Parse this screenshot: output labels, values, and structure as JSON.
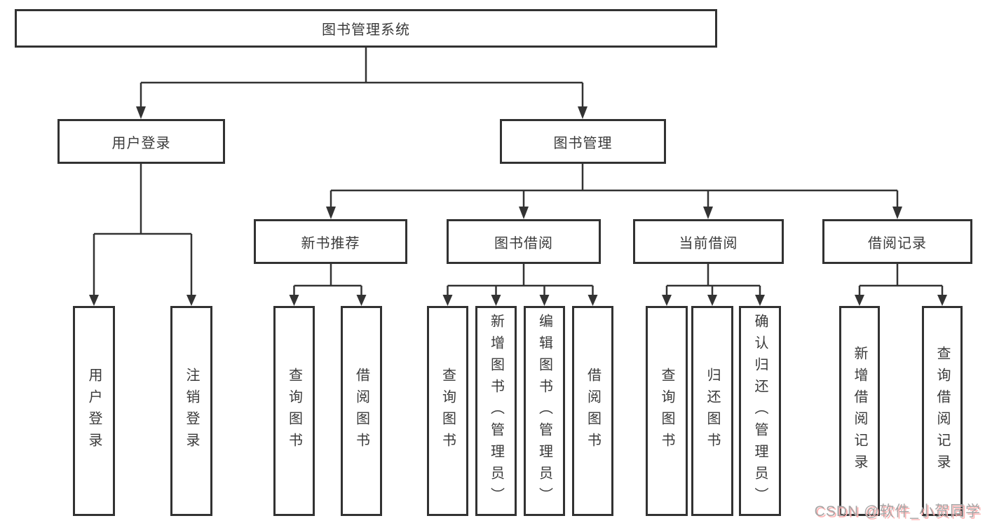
{
  "diagram": {
    "type": "tree",
    "root": {
      "label": "图书管理系统",
      "children": [
        {
          "label": "用户登录",
          "children": [
            {
              "label": "用户登录"
            },
            {
              "label": "注销登录"
            }
          ]
        },
        {
          "label": "图书管理",
          "children": [
            {
              "label": "新书推荐",
              "children": [
                {
                  "label": "查询图书"
                },
                {
                  "label": "借阅图书"
                }
              ]
            },
            {
              "label": "图书借阅",
              "children": [
                {
                  "label": "查询图书"
                },
                {
                  "label": "新增图书（管理员）"
                },
                {
                  "label": "编辑图书（管理员）"
                },
                {
                  "label": "借阅图书"
                }
              ]
            },
            {
              "label": "当前借阅",
              "children": [
                {
                  "label": "查询图书"
                },
                {
                  "label": "归还图书"
                },
                {
                  "label": "确认归还（管理员）"
                }
              ]
            },
            {
              "label": "借阅记录",
              "children": [
                {
                  "label": "新增借阅记录"
                },
                {
                  "label": "查询借阅记录"
                }
              ]
            }
          ]
        }
      ]
    }
  },
  "watermark": {
    "text": "CSDN @软件_小贺同学"
  },
  "colors": {
    "line": "#333333",
    "box_border": "#323232",
    "text": "#3a3a3a",
    "background": "#ffffff",
    "watermark_gray": "#a6a6a6",
    "watermark_pink": "#ffb3b3"
  }
}
